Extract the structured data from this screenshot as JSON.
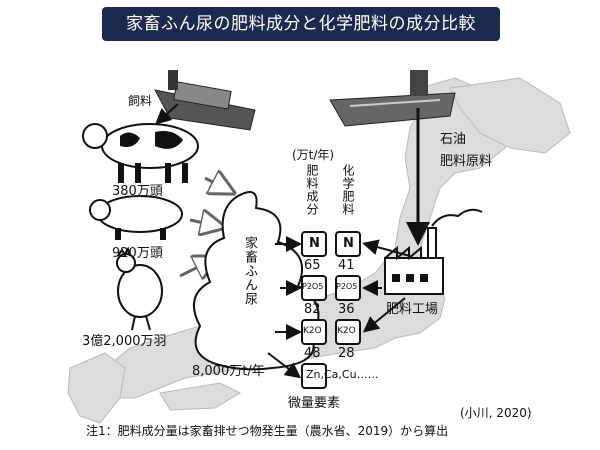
{
  "title": "家畜ふん尿の肥料成分と化学肥料の成分比較",
  "labels": {
    "feed": "飼料",
    "cattle_count": "380万頭",
    "pig_count": "920万頭",
    "chicken_count": "3億2,000万羽",
    "manure": "家畜ふん尿",
    "manure_amount": "8,000万t/年",
    "unit": "(万t/年)",
    "col_manure": "肥料成分",
    "col_chemical": "化学肥料",
    "crude_oil": "石油",
    "fertilizer_raw": "肥料原料",
    "factory": "肥料工場",
    "micro_elements": "微量要素",
    "micro_list": "Zn,Ca,Cu……"
  },
  "nutrients": [
    {
      "symbol": "N",
      "manure": "65",
      "chemical": "41"
    },
    {
      "symbol": "P2O5",
      "manure": "82",
      "chemical": "36"
    },
    {
      "symbol": "K2O",
      "manure": "48",
      "chemical": "28"
    }
  ],
  "citation": "(小川, 2020)",
  "note": "注1：肥料成分量は家畜排せつ物発生量（農水省、2019）から算出"
}
